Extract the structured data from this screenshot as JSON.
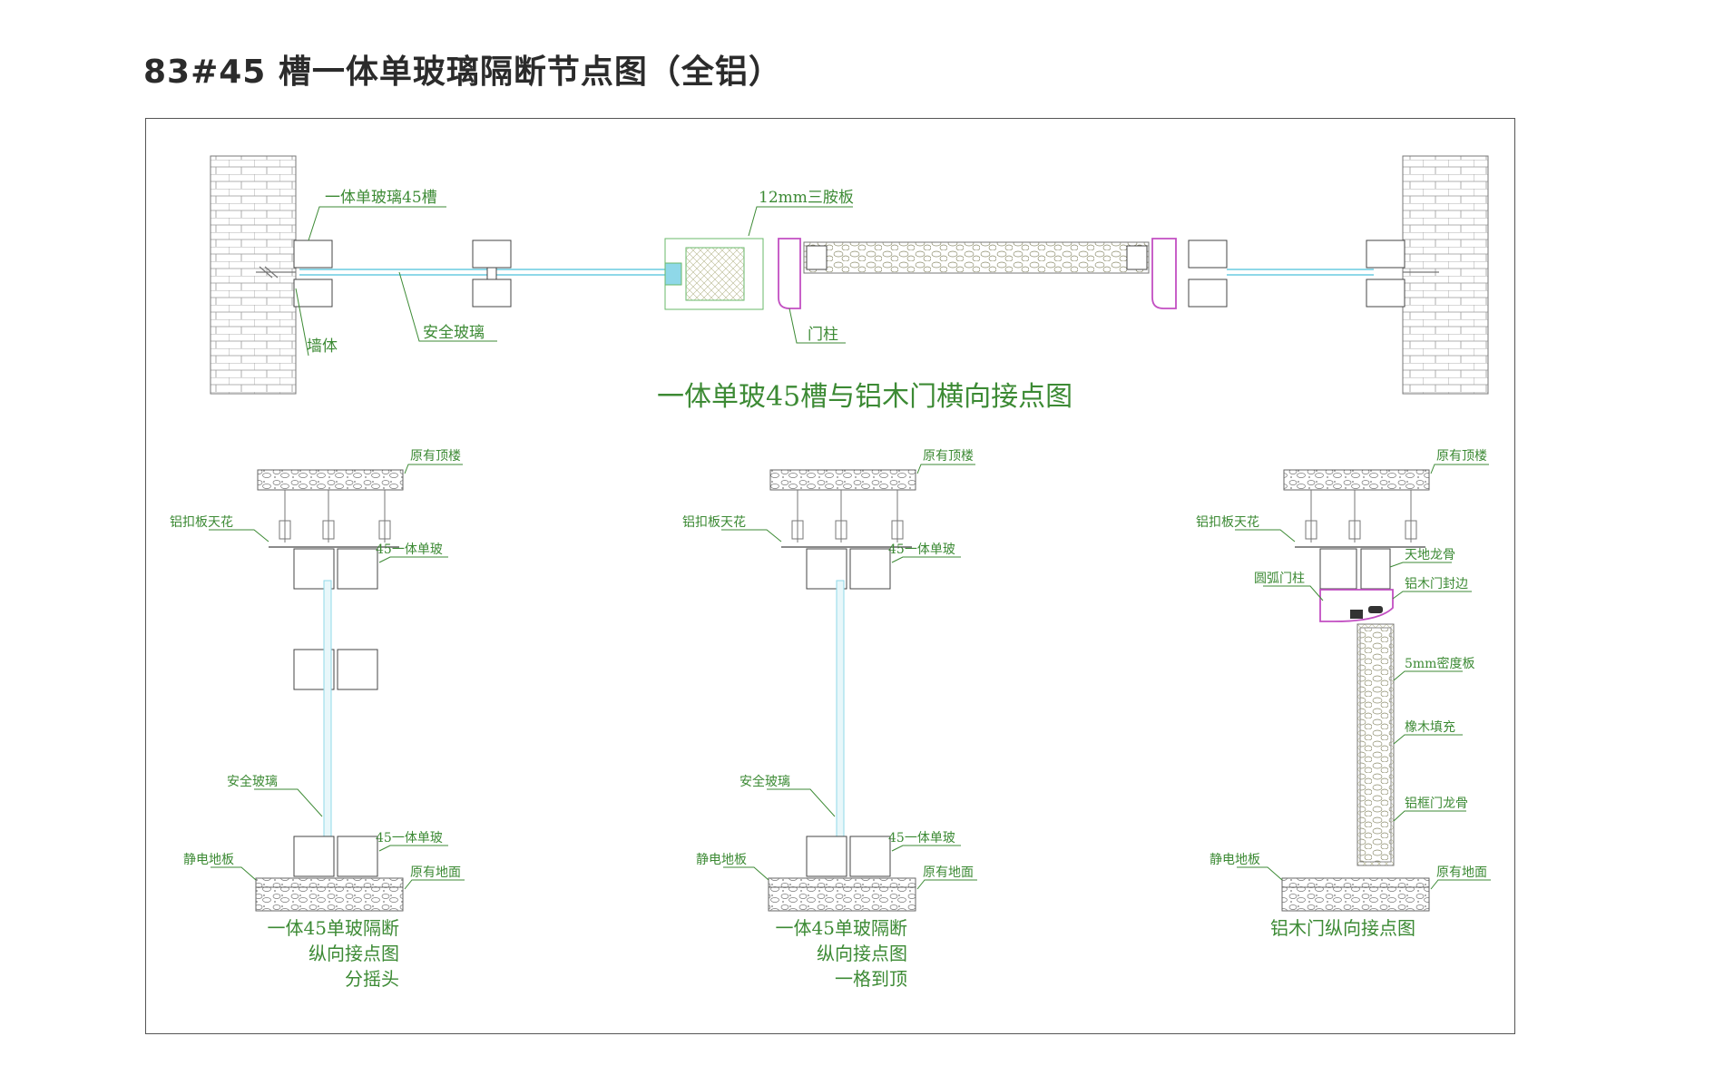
{
  "title": "83#45 槽一体单玻璃隔断节点图（全铝）",
  "top_view": {
    "label_slot": "一体单玻璃45槽",
    "label_board": "12mm三胺板",
    "label_glass": "安全玻璃",
    "label_wall": "墙体",
    "label_post": "门柱",
    "caption": "一体单玻45槽与铝木门横向接点图"
  },
  "section_a": {
    "ceiling_top": "原有顶楼",
    "ceiling": "铝扣板天花",
    "slot_top": "45一体单玻",
    "glass": "安全玻璃",
    "slot_bottom": "45一体单玻",
    "floor_static": "静电地板",
    "floor_orig": "原有地面",
    "caption_1": "一体45单玻隔断",
    "caption_2": "纵向接点图",
    "caption_3": "分摇头"
  },
  "section_b": {
    "ceiling_top": "原有顶楼",
    "ceiling": "铝扣板天花",
    "slot_top": "45一体单玻",
    "glass": "安全玻璃",
    "slot_bottom": "45一体单玻",
    "floor_static": "静电地板",
    "floor_orig": "原有地面",
    "caption_1": "一体45单玻隔断",
    "caption_2": "纵向接点图",
    "caption_3": "一格到顶"
  },
  "section_c": {
    "ceiling_top": "原有顶楼",
    "ceiling": "铝扣板天花",
    "keel": "天地龙骨",
    "arc_post": "圆弧门柱",
    "door_edge": "铝木门封边",
    "mdf": "5mm密度板",
    "filler": "橡木填充",
    "frame_keel": "铝框门龙骨",
    "floor_static": "静电地板",
    "floor_orig": "原有地面",
    "caption": "铝木门纵向接点图"
  },
  "colors": {
    "label_green": "#3c8a34",
    "glass_cyan": "#8fd8e8",
    "door_magenta": "#c24fc2",
    "line_gray": "#555555"
  }
}
